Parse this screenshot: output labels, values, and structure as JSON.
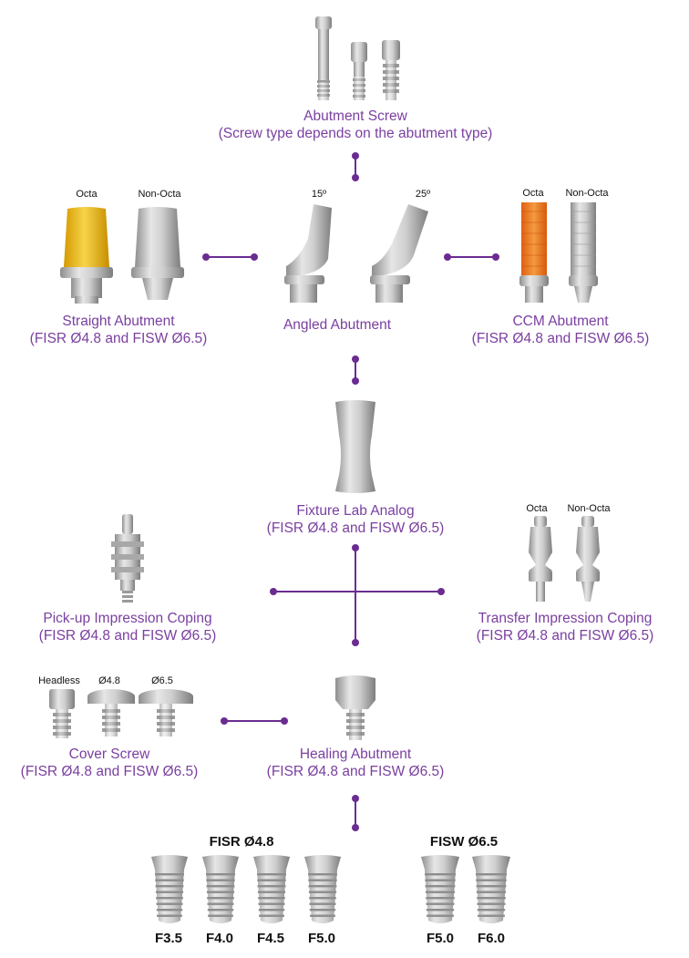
{
  "colors": {
    "accent": "#7a3fa0",
    "line": "#6b2c91",
    "metal": "#c8c8c8",
    "gold": "#f2c21a",
    "orange": "#ee7a1c"
  },
  "abutment_screw": {
    "title": "Abutment Screw",
    "subtitle": "(Screw type depends on the abutment type)"
  },
  "straight_abutment": {
    "title": "Straight Abutment",
    "subtitle": "(FISR Ø4.8 and FISW Ø6.5)",
    "octa": "Octa",
    "non_octa": "Non-Octa"
  },
  "angled_abutment": {
    "title": "Angled Abutment",
    "angle_15": "15º",
    "angle_25": "25º"
  },
  "ccm_abutment": {
    "title": "CCM Abutment",
    "subtitle": "(FISR Ø4.8 and FISW Ø6.5)",
    "octa": "Octa",
    "non_octa": "Non-Octa"
  },
  "fixture_lab_analog": {
    "title": "Fixture Lab Analog",
    "subtitle": "(FISR Ø4.8 and FISW Ø6.5)"
  },
  "pickup_coping": {
    "title": "Pick-up Impression Coping",
    "subtitle": "(FISR Ø4.8 and FISW Ø6.5)"
  },
  "transfer_coping": {
    "title": "Transfer Impression Coping",
    "subtitle": "(FISR Ø4.8 and FISW Ø6.5)",
    "octa": "Octa",
    "non_octa": "Non-Octa"
  },
  "cover_screw": {
    "title": "Cover Screw",
    "subtitle": "(FISR Ø4.8 and FISW Ø6.5)",
    "headless": "Headless",
    "d48": "Ø4.8",
    "d65": "Ø6.5"
  },
  "healing_abutment": {
    "title": "Healing Abutment",
    "subtitle": "(FISR Ø4.8 and FISW Ø6.5)"
  },
  "fisr": {
    "title": "FISR Ø4.8",
    "sizes": [
      "F3.5",
      "F4.0",
      "F4.5",
      "F5.0"
    ]
  },
  "fisw": {
    "title": "FISW Ø6.5",
    "sizes": [
      "F5.0",
      "F6.0"
    ]
  }
}
